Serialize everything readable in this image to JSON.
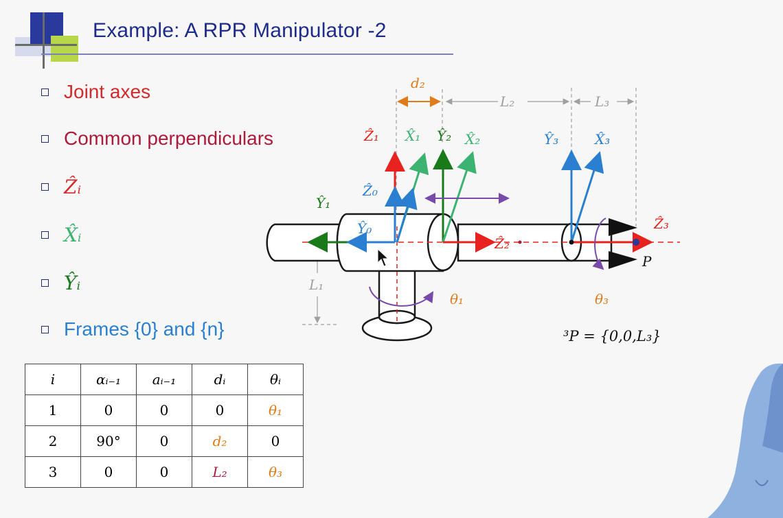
{
  "slide": {
    "title": "Example: A RPR Manipulator -2"
  },
  "bullets": [
    {
      "id": "joint-axes",
      "text": "Joint axes",
      "color": "#d42a2a"
    },
    {
      "id": "common-perp",
      "text": "Common perpendiculars",
      "color": "#b01a3a"
    },
    {
      "id": "z-axes",
      "text": "Ẑᵢ",
      "color": "#d42a2a"
    },
    {
      "id": "x-axes",
      "text": "X̂ᵢ",
      "color": "#3cb371"
    },
    {
      "id": "y-axes",
      "text": "Ŷᵢ",
      "color": "#1a7a1a"
    },
    {
      "id": "frames",
      "text": "Frames {0} and {n}",
      "color": "#2a7fd0"
    }
  ],
  "table": {
    "headers": [
      "i",
      "αᵢ₋₁",
      "aᵢ₋₁",
      "dᵢ",
      "θᵢ"
    ],
    "rows": [
      [
        "1",
        "0",
        "0",
        "0",
        "θ₁"
      ],
      [
        "2",
        "90°",
        "0",
        "d₂",
        "0"
      ],
      [
        "3",
        "0",
        "0",
        "L₂",
        "θ₃"
      ]
    ]
  },
  "diagram": {
    "labels": {
      "d2": "d₂",
      "L2": "L₂",
      "L3": "L₃",
      "L1": "L₁",
      "Z1": "Ẑ₁",
      "X1": "X̂₁",
      "Y2": "Ŷ₂",
      "X2": "X̂₂",
      "Y3": "Ŷ₃",
      "X3": "X̂₃",
      "Z0": "Ẑ₀",
      "Y1": "Ŷ₁",
      "Y0": "Ŷ₀",
      "Z2": "Ẑ₂",
      "Z3": "Ẑ₃",
      "P": "P",
      "theta1": "θ₁",
      "theta3": "θ₃",
      "point": "³P = {0,0,L₃}"
    },
    "colors": {
      "z_axis": "#e8221e",
      "x_axis": "#3cb371",
      "y_axis": "#1a7a1a",
      "frame0": "#2a7fd0",
      "dimension": "#e07b1a",
      "construction": "#a0a0a0",
      "motion": "#7a4aaa"
    }
  }
}
